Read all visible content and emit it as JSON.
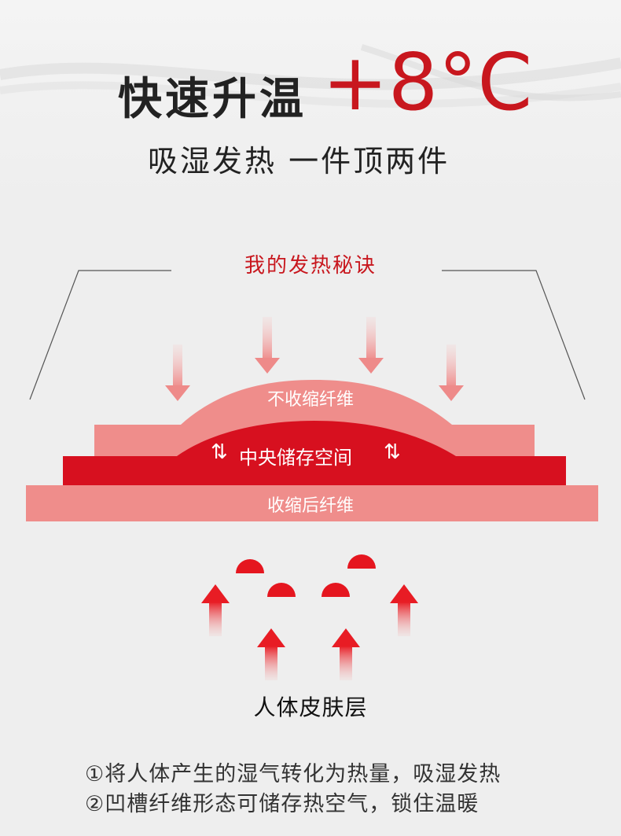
{
  "headline": {
    "title": "快速升温",
    "temperature": "+8°C",
    "subtitle": "吸湿发热 一件顶两件"
  },
  "diagram": {
    "section_title": "我的发热秘诀",
    "outer_layer_label": "不收缩纤维",
    "middle_layer_label": "中央储存空间",
    "bottom_layer_label": "收缩后纤维",
    "source_label": "人体皮肤层",
    "colors": {
      "accent_red": "#c8171e",
      "deep_red": "#d7101f",
      "pink": "#ef8d8b"
    }
  },
  "notes": [
    "①将人体产生的湿气转化为热量，吸湿发热",
    "②凹槽纤维形态可储存热空气，锁住温暖"
  ]
}
